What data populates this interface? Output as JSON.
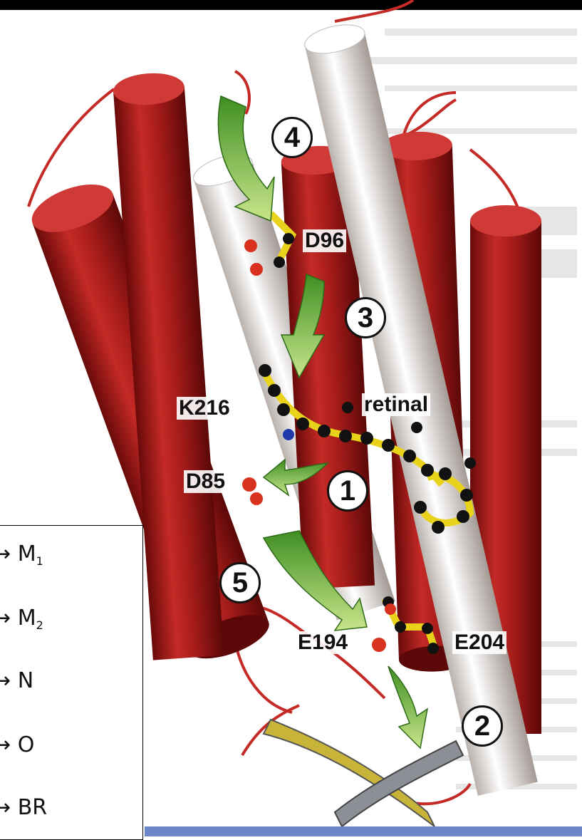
{
  "labels": {
    "d96": "D96",
    "k216": "K216",
    "retinal": "retinal",
    "d85": "D85",
    "e194": "E194",
    "e204": "E204"
  },
  "steps": [
    "4",
    "3",
    "1",
    "5",
    "2"
  ],
  "legend": [
    {
      "arrow": "→",
      "state": "M",
      "sub": "1"
    },
    {
      "arrow": "→",
      "state": "M",
      "sub": "2"
    },
    {
      "arrow": "→",
      "state": "N",
      "sub": ""
    },
    {
      "arrow": "→",
      "state": "O",
      "sub": ""
    },
    {
      "arrow": "→",
      "state": "BR",
      "sub": ""
    }
  ],
  "colors": {
    "helix_red": "#a11818",
    "helix_white": "#ece7e3",
    "arrow_green": "#5fae34",
    "ribbon_yellow": "#c9b43a",
    "atom_yellow": "#e8d21a",
    "atom_black": "#111111",
    "atom_red": "#d8321f",
    "atom_blue": "#1f3aa8",
    "frame": "#6b86c9"
  }
}
